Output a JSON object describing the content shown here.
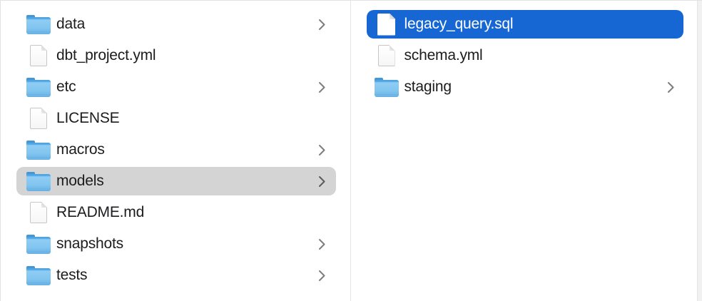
{
  "app": "finder-column-view",
  "colors": {
    "selection_blue": "#1667d3",
    "selection_gray": "#d4d4d4",
    "text": "#1c1c1e",
    "text_selected": "#ffffff",
    "chevron_gray": "#7d7d7d",
    "folder_blue": "#74bbea",
    "background": "#ffffff",
    "divider": "#e4e4e4"
  },
  "columns": [
    {
      "name": "parent-folder-contents",
      "items": [
        {
          "label": "data",
          "type": "folder",
          "chevron": true,
          "selected": "none"
        },
        {
          "label": "dbt_project.yml",
          "type": "file",
          "chevron": false,
          "selected": "none"
        },
        {
          "label": "etc",
          "type": "folder",
          "chevron": true,
          "selected": "none"
        },
        {
          "label": "LICENSE",
          "type": "file",
          "chevron": false,
          "selected": "none"
        },
        {
          "label": "macros",
          "type": "folder",
          "chevron": true,
          "selected": "none"
        },
        {
          "label": "models",
          "type": "folder",
          "chevron": true,
          "selected": "gray"
        },
        {
          "label": "README.md",
          "type": "file",
          "chevron": false,
          "selected": "none"
        },
        {
          "label": "snapshots",
          "type": "folder",
          "chevron": true,
          "selected": "none"
        },
        {
          "label": "tests",
          "type": "folder",
          "chevron": true,
          "selected": "none"
        }
      ]
    },
    {
      "name": "models-folder-contents",
      "items": [
        {
          "label": "legacy_query.sql",
          "type": "file",
          "chevron": false,
          "selected": "blue"
        },
        {
          "label": "schema.yml",
          "type": "file",
          "chevron": false,
          "selected": "none"
        },
        {
          "label": "staging",
          "type": "folder",
          "chevron": true,
          "selected": "none"
        }
      ]
    }
  ]
}
